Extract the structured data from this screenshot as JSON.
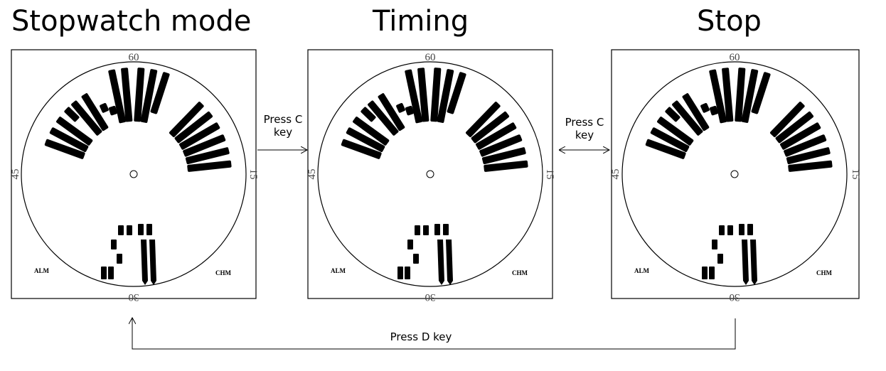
{
  "titles": {
    "stopwatch": "Stopwatch mode",
    "timing": "Timing",
    "stop": "Stop"
  },
  "dial_markers": {
    "top": "60",
    "right": "15",
    "bottom": "30",
    "left": "45"
  },
  "indicators": {
    "alarm": "ALM",
    "chime": "CHM"
  },
  "transitions": {
    "press_c_line1": "Press C",
    "press_c_line2": "key",
    "press_d": "Press D key"
  },
  "icons": [
    "segment-display",
    "center-pivot",
    "arrow-right",
    "arrow-double",
    "arrow-up"
  ]
}
